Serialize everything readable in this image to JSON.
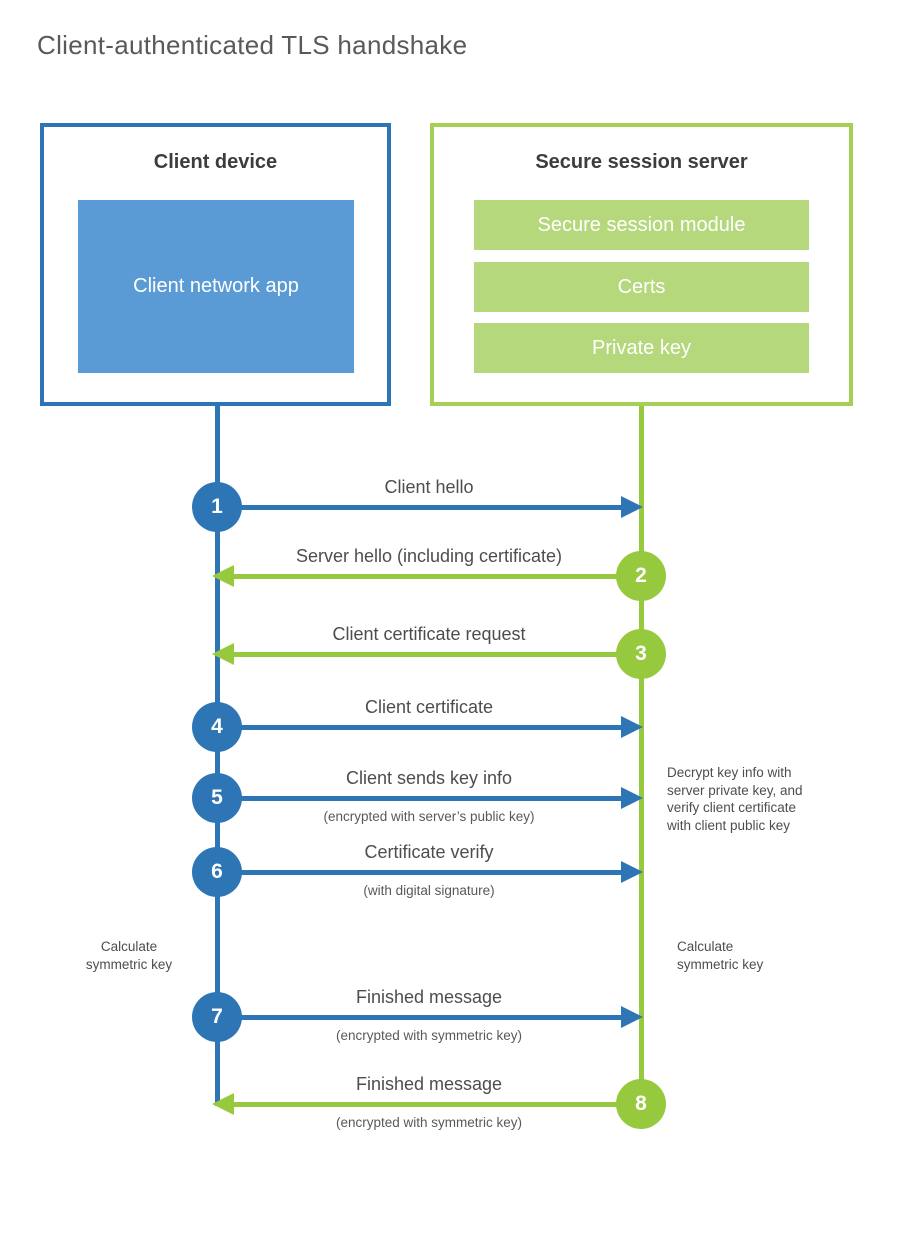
{
  "title": "Client-authenticated TLS handshake",
  "colors": {
    "blue": "#2e75b6",
    "blue_fill": "#5b9bd5",
    "green": "#97c93e",
    "green_border": "#a6cf56",
    "green_fill": "#b5d87c",
    "heading_text": "#595959",
    "box_title_text": "#3d3d3d",
    "label_text": "#4d4d4d"
  },
  "client_box": {
    "title": "Client device",
    "app_label": "Client network app"
  },
  "server_box": {
    "title": "Secure session server",
    "modules": [
      "Secure session module",
      "Certs",
      "Private key"
    ]
  },
  "messages": [
    {
      "num": "1",
      "label": "Client hello",
      "direction": "client-to-server",
      "sub": ""
    },
    {
      "num": "2",
      "label": "Server hello (including certificate)",
      "direction": "server-to-client",
      "sub": ""
    },
    {
      "num": "3",
      "label": "Client certificate request",
      "direction": "server-to-client",
      "sub": ""
    },
    {
      "num": "4",
      "label": "Client certificate",
      "direction": "client-to-server",
      "sub": ""
    },
    {
      "num": "5",
      "label": "Client sends key info",
      "direction": "client-to-server",
      "sub": "(encrypted with server’s public key)"
    },
    {
      "num": "6",
      "label": "Certificate verify",
      "direction": "client-to-server",
      "sub": "(with digital signature)"
    },
    {
      "num": "7",
      "label": "Finished message",
      "direction": "client-to-server",
      "sub": "(encrypted with symmetric key)"
    },
    {
      "num": "8",
      "label": "Finished message",
      "direction": "server-to-client",
      "sub": "(encrypted with symmetric key)"
    }
  ],
  "notes": {
    "decrypt_lines": [
      "Decrypt key info with",
      "server private key, and",
      "verify client certificate",
      "with client public key"
    ],
    "calculate_left_lines": [
      "Calculate",
      "symmetric key"
    ],
    "calculate_right_lines": [
      "Calculate",
      "symmetric key"
    ]
  }
}
